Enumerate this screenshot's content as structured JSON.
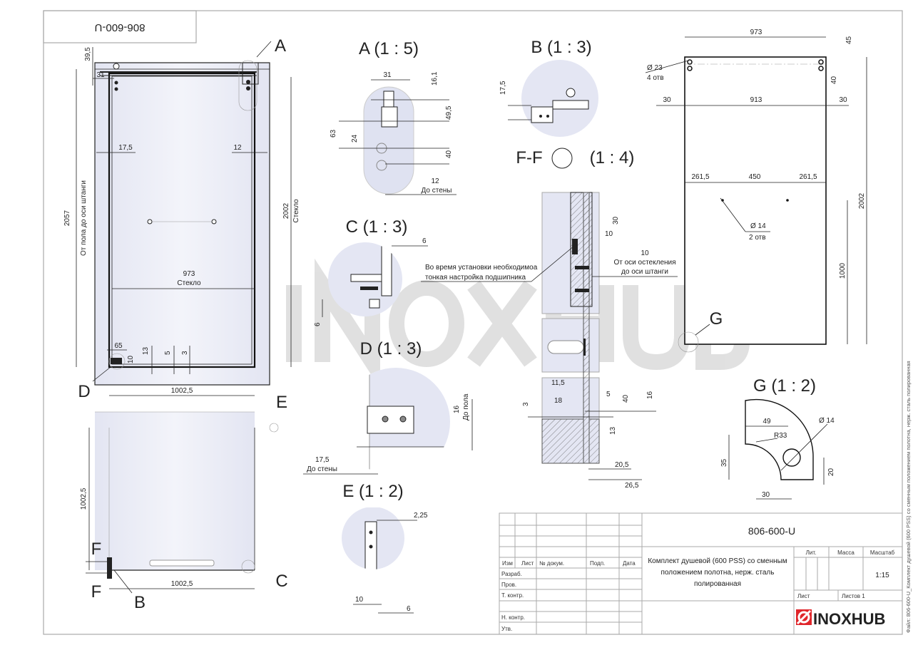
{
  "drawing": {
    "code_rotated": "806-600-U",
    "side_note": "Файл: 806-600-U_Комплект душевой (600 PSS) со сменным положением полотна, нерж. сталь полированная",
    "watermark": "INOXHUB",
    "colors": {
      "glass": "#e6e8f4",
      "logo_red": "#e0262b",
      "watermark": "#d4d4d4"
    }
  },
  "front_view": {
    "label_a": "A",
    "label_d": "D",
    "dim_39_5": "39,5",
    "dim_31": "31",
    "dim_17_5": "17,5",
    "dim_12": "12",
    "dim_2057": "2057",
    "dim_2057_note": "От пола до оси штанги",
    "dim_2002": "2002",
    "dim_2002_note": "Стекло",
    "dim_973": "973",
    "dim_973_note": "Стекло",
    "dim_65": "65",
    "dim_13": "13",
    "dim_5": "5",
    "dim_3": "3",
    "dim_10": "10",
    "dim_1002_5": "1002,5"
  },
  "plan_view": {
    "label_e": "E",
    "label_c": "C",
    "label_f1": "F",
    "label_f2": "F",
    "label_b": "B",
    "dim_vertical": "1002,5",
    "dim_horizontal": "1002,5"
  },
  "detail_a": {
    "title": "A (1 : 5)",
    "d31": "31",
    "d16_1": "16,1",
    "d49_5": "49,5",
    "d63": "63",
    "d24": "24",
    "d40": "40",
    "d12": "12",
    "note": "До стены"
  },
  "detail_b": {
    "title": "B (1 : 3)",
    "d17_5": "17,5"
  },
  "detail_c": {
    "title": "C (1 : 3)",
    "d6": "6",
    "d6b": "6"
  },
  "detail_d": {
    "title": "D (1 : 3)",
    "d16": "16",
    "d16_note": "До пола",
    "d17_5": "17,5",
    "d17_5_note": "До стены"
  },
  "detail_e": {
    "title": "E (1 : 2)",
    "d2_25": "2,25",
    "d10": "10",
    "d6": "6"
  },
  "section_ff": {
    "title": "F-F",
    "scale": "(1 : 4)",
    "note_line1": "Во время установки необходимоа",
    "note_line2": "тонкая настройка подшипника",
    "d30": "30",
    "d10": "10",
    "d10b": "10",
    "d10b_line1": "От оси остекления",
    "d10b_line2": "до оси штанги",
    "d11_5": "11,5",
    "d18": "18",
    "d5": "5",
    "d40": "40",
    "d16": "16",
    "d3": "3",
    "d13": "13",
    "d20_5": "20,5",
    "d26_5": "26,5"
  },
  "glass_sheet": {
    "d973": "973",
    "d45": "45",
    "d23": "Ø 23",
    "d23_note": "4 отв",
    "d40": "40",
    "d30a": "30",
    "d913": "913",
    "d30b": "30",
    "d261_5a": "261,5",
    "d450": "450",
    "d261_5b": "261,5",
    "d14": "Ø 14",
    "d14_note": "2 отв",
    "d2002": "2002",
    "d1000": "1000",
    "label_g": "G"
  },
  "detail_g": {
    "title": "G (1 : 2)",
    "d49": "49",
    "d14": "Ø 14",
    "r33": "R33",
    "d35": "35",
    "d20": "20",
    "d30": "30"
  },
  "title_block": {
    "designation": "806-600-U",
    "headers": [
      "Изм",
      "Лист",
      "№ докум.",
      "Подп.",
      "Дата"
    ],
    "roles": [
      "Разраб.",
      "Пров.",
      "Т. контр.",
      "",
      "Н. контр.",
      "Утв."
    ],
    "description_lines": [
      "Комплект душевой (600 PSS) со сменным",
      "положением полотна, нерж. сталь",
      "полированная"
    ],
    "lit_label": "Лит.",
    "mass_label": "Масса",
    "scale_label": "Масштаб",
    "scale_value": "1:15",
    "sheet_label": "Лист",
    "sheets_label": "Листов 1",
    "logo_text": "INOXHUB"
  }
}
